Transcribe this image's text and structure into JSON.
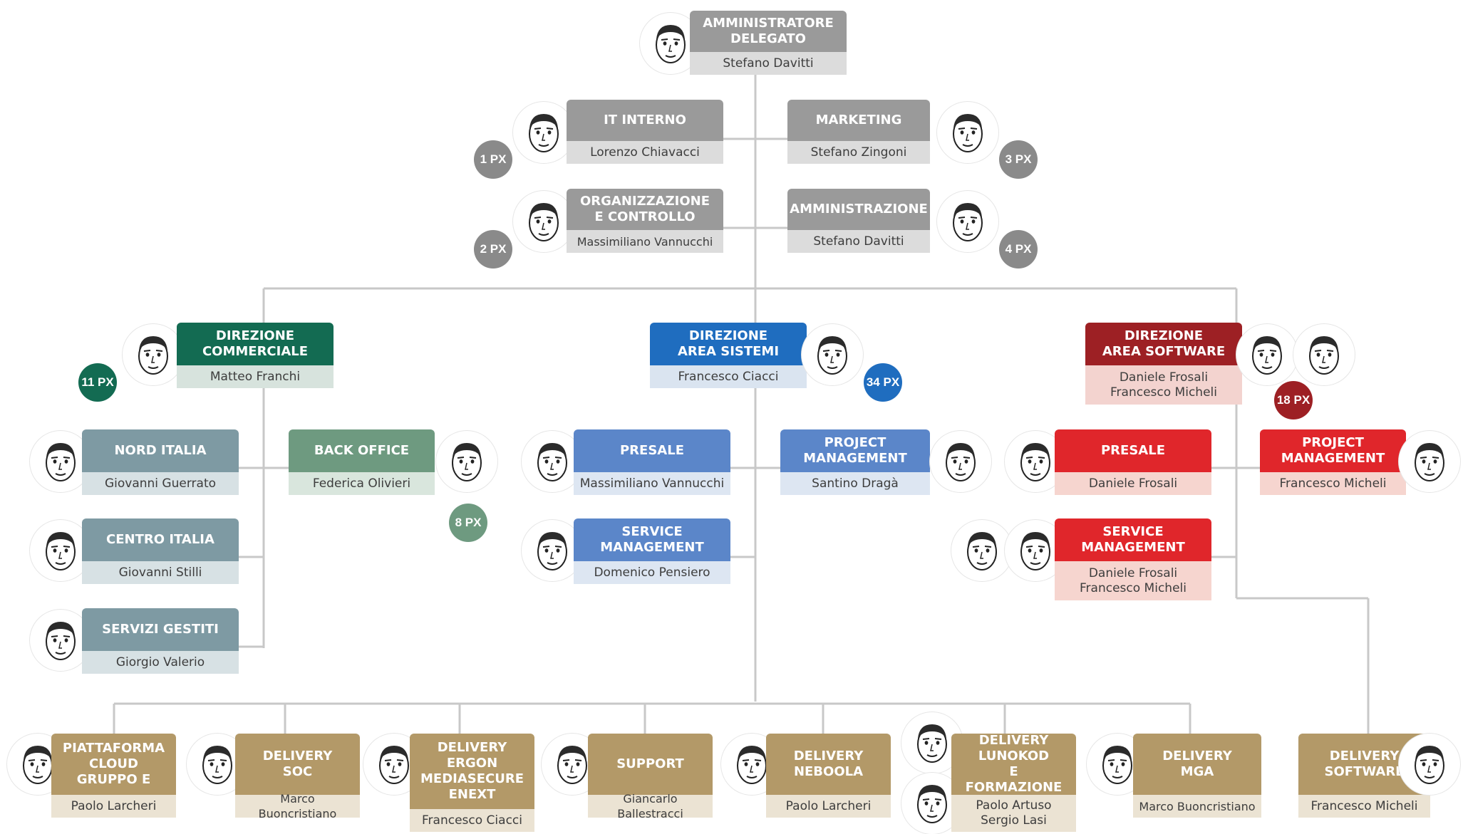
{
  "colors": {
    "gray": "#9a9a9a",
    "commerciale": "#136b52",
    "sistemi": "#1f6dbf",
    "software": "#9d2024",
    "software_units": "#e0262b",
    "delivery": "#b39968",
    "connectors": "#c8c8c8"
  },
  "ceo": {
    "title": "AMMINISTRATORE\nDELEGATO",
    "name": "Stefano Davitti"
  },
  "staff": {
    "it_interno": {
      "title": "IT INTERNO",
      "name": "Lorenzo Chiavacci",
      "badge": "1 PX"
    },
    "marketing": {
      "title": "MARKETING",
      "name": "Stefano Zingoni",
      "badge": "3 PX"
    },
    "organizzazione": {
      "title": "ORGANIZZAZIONE\nE CONTROLLO",
      "name": "Massimiliano Vannucchi",
      "badge": "2 PX"
    },
    "amministrazione": {
      "title": "AMMINISTRAZIONE",
      "name": "Stefano Davitti",
      "badge": "4 PX"
    }
  },
  "commerciale": {
    "head": {
      "title": "DIREZIONE\nCOMMERCIALE",
      "name": "Matteo Franchi",
      "badge": "11 PX"
    },
    "nord": {
      "title": "NORD ITALIA",
      "name": "Giovanni Guerrato"
    },
    "centro": {
      "title": "CENTRO ITALIA",
      "name": "Giovanni Stilli"
    },
    "servizi": {
      "title": "SERVIZI GESTITI",
      "name": "Giorgio Valerio"
    },
    "backoffice": {
      "title": "BACK OFFICE",
      "name": "Federica Olivieri",
      "badge": "8 PX"
    }
  },
  "sistemi": {
    "head": {
      "title": "DIREZIONE\nAREA SISTEMI",
      "name": "Francesco Ciacci",
      "badge": "34 PX"
    },
    "presale": {
      "title": "PRESALE",
      "name": "Massimiliano Vannucchi"
    },
    "service": {
      "title": "SERVICE\nMANAGEMENT",
      "name": "Domenico Pensiero"
    },
    "project": {
      "title": "PROJECT\nMANAGEMENT",
      "name": "Santino Dragà"
    }
  },
  "software": {
    "head": {
      "title": "DIREZIONE\nAREA SOFTWARE",
      "name": "Daniele Frosali\nFrancesco Micheli",
      "badge": "18 PX"
    },
    "presale": {
      "title": "PRESALE",
      "name": "Daniele Frosali"
    },
    "project": {
      "title": "PROJECT\nMANAGEMENT",
      "name": "Francesco Micheli"
    },
    "service": {
      "title": "SERVICE\nMANAGEMENT",
      "name": "Daniele Frosali\nFrancesco Micheli"
    }
  },
  "delivery": [
    {
      "title": "PIATTAFORMA\nCLOUD\nGRUPPO E",
      "name": "Paolo Larcheri"
    },
    {
      "title": "DELIVERY\nSOC",
      "name": "Marco Buoncristiano"
    },
    {
      "title": "DELIVERY\nERGON\nMEDIASECURE\nENEXT",
      "name": "Francesco Ciacci"
    },
    {
      "title": "SUPPORT",
      "name": "Giancarlo Ballestracci"
    },
    {
      "title": "DELIVERY\nNEBOOLA",
      "name": "Paolo Larcheri"
    },
    {
      "title": "DELIVERY\nLUNOKOD\nE FORMAZIONE",
      "name": "Paolo Artuso\nSergio Lasi"
    },
    {
      "title": "DELIVERY\nMGA",
      "name": "Marco Buoncristiano"
    },
    {
      "title": "DELIVERY\nSOFTWARE",
      "name": "Francesco Micheli"
    }
  ],
  "icons": {
    "face": "person-portrait-icon"
  }
}
